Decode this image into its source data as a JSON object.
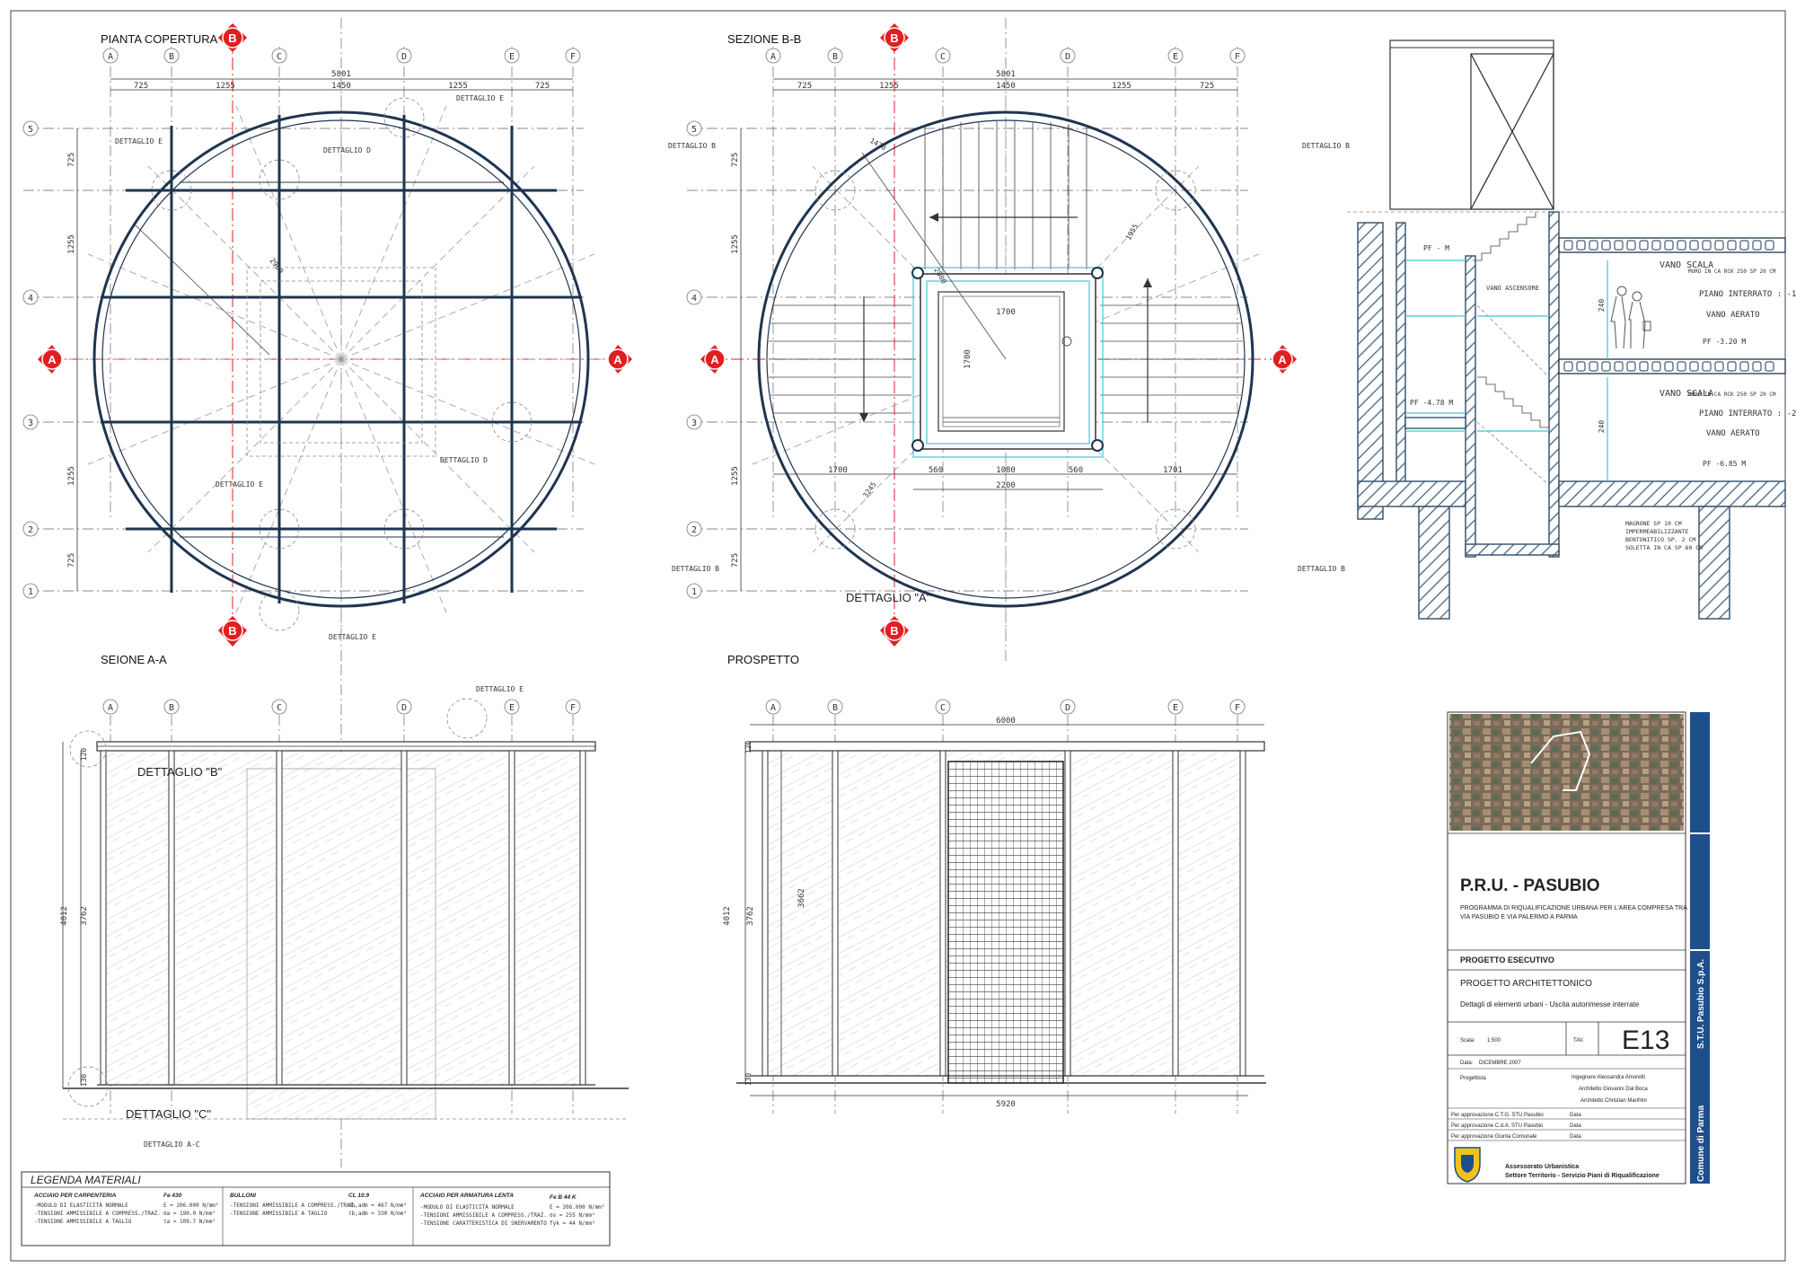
{
  "plan_titles": {
    "pianta": "PIANTA COPERTURA",
    "sezione_bb": "SEZIONE B-B",
    "sezione_aa": "SEIONE A-A",
    "prospetto": "PROSPETTO"
  },
  "axis_letters": [
    "A",
    "B",
    "C",
    "D",
    "E",
    "F"
  ],
  "axis_numbers": [
    "5",
    "4",
    "3",
    "2",
    "1"
  ],
  "section_markers": {
    "a": "A",
    "b": "B"
  },
  "dims": {
    "overall_top": "5801",
    "horizontal": [
      "725",
      "1255",
      "1450",
      "1255",
      "725"
    ],
    "vertical": [
      "725",
      "1255",
      "1255",
      "725"
    ],
    "radius": "2900",
    "stair_diameter_left": "1470",
    "stair_diameter_right": "1955",
    "stair_inner_radius": "3245",
    "cabin_width": "1700",
    "cabin_height": "1700",
    "bottom_row": [
      "1700",
      "560",
      "1080",
      "560",
      "1701"
    ],
    "bottom_total": "2200",
    "elev_left_total": "4012",
    "elev_left_inner": "3762",
    "elev_top": "120",
    "elev_bottom": "130",
    "prosp_total_top": "6000",
    "prosp_total_bottom": "5920",
    "prosp_door": "3662"
  },
  "details": {
    "dettaglio_e": "DETTAGLIO E",
    "dettaglio_d": "DETTAGLIO D",
    "dettaglio_b": "DETTAGLIO B",
    "dettaglio_a": "DETTAGLIO \"A\"",
    "dettaglio_b_q": "DETTAGLIO \"B\"",
    "dettaglio_c_q": "DETTAGLIO \"C\"",
    "dettaglio_ac": "DETTAGLIO A-C"
  },
  "section_labels": {
    "vano_scala": "VANO SCALA",
    "vano_ascensore": "VANO ASCENSORE",
    "piano_1": "PIANO INTERRATO : -1",
    "piano_2": "PIANO INTERRATO : -2",
    "vano_aerato": "VANO AERATO",
    "muro_1": "MURO IN CA RCK 250 SP 20 CM",
    "muro_2": "MURO IN CA RCK 250 SP 20 CM",
    "pf_m": "PF - M",
    "pf_320": "PF -3.20 M",
    "pf_478": "PF -4.78 M",
    "pf_685": "PF -6.85 M",
    "h240": "240",
    "magrone": [
      "MAGRONE SP 10 CM",
      "IMPERMEABILIZZANTE",
      "BENTONITICO SP. 2 CM",
      "SOLETTA IN CA SP 60 CM"
    ]
  },
  "legend": {
    "title": "LEGENDA MATERIALI",
    "col1": {
      "head": "ACCIAIO PER CARPENTERIA",
      "grade": "Fe 430",
      "rows": [
        "-MODULO DI ELASTICITÀ NORMALE",
        "-TENSIONI AMMISSIBILE A COMPRESS./TRAZ.",
        "-TENSIONE AMMISSIBILE A TAGLIO"
      ],
      "vals": [
        "E = 206.000 N/mm²",
        "σa = 190.0 N/mm²",
        "τa = 109.7 N/mm²"
      ]
    },
    "col2": {
      "head": "BULLONI",
      "grade": "CL 10.9",
      "rows": [
        "-TENSIONI AMMISSIBILE A COMPRESS./TRAZ.",
        "-TENSIONE AMMISSIBILE A TAGLIO"
      ],
      "vals": [
        "σb,adm = 467 N/mm²",
        "τb,adm = 330 N/mm²"
      ]
    },
    "col3": {
      "head": "ACCIAIO PER ARMATURA LENTA",
      "grade": "Fe B 44 K",
      "rows": [
        "-MODULO DI ELASTICITÀ NORMALE",
        "-TENSIONI AMMISSIBILE A COMPRESS./TRAZ.",
        "-TENSIONE CARATTERISTICA DI SNERVAMENTO"
      ],
      "vals": [
        "E = 206.000 N/mm²",
        "σs = 255 N/mm²",
        "fyk = 44 N/mm²"
      ]
    }
  },
  "titleblock": {
    "project": "P.R.U. - PASUBIO",
    "desc_1": "PROGRAMMA DI RIQUALIFICAZIONE URBANA PER L'AREA COMPRESA TRA",
    "desc_2": "VIA PASUBIO E VIA PALERMO A PARMA",
    "phase": "PROGETTO ESECUTIVO",
    "type": "PROGETTO ARCHITETTONICO",
    "subject": "Dettagli di elementi urbani - Uscita autorimesse interrate",
    "scale_label": "Scala:",
    "scale_value": "1:500",
    "tav_label": "TAV.",
    "tav_value": "E13",
    "date_label": "Data:",
    "date_value": "DICEMBRE 2007",
    "designer_label": "Progettista",
    "designers": [
      "Ingegnere Alessandra Amoretti",
      "Architetto Giovanni Dal Boca",
      "Architetto Christian Manfrini"
    ],
    "approvals": [
      "Per approvazione C.T.G. STU Pasubio",
      "Per approvazione C.d.A. STU Pasubio",
      "Per approvazione Giunta Comunale"
    ],
    "approval_data": "Data",
    "footer_1": "Assessorato Urbanistica",
    "footer_2": "Settore Territorio - Servizio Piani di Riqualificazione",
    "side_1": "S.T.U. Pasubio S.p.A.",
    "side_2": "Comune di Parma",
    "accent": "#1f4e8c"
  }
}
